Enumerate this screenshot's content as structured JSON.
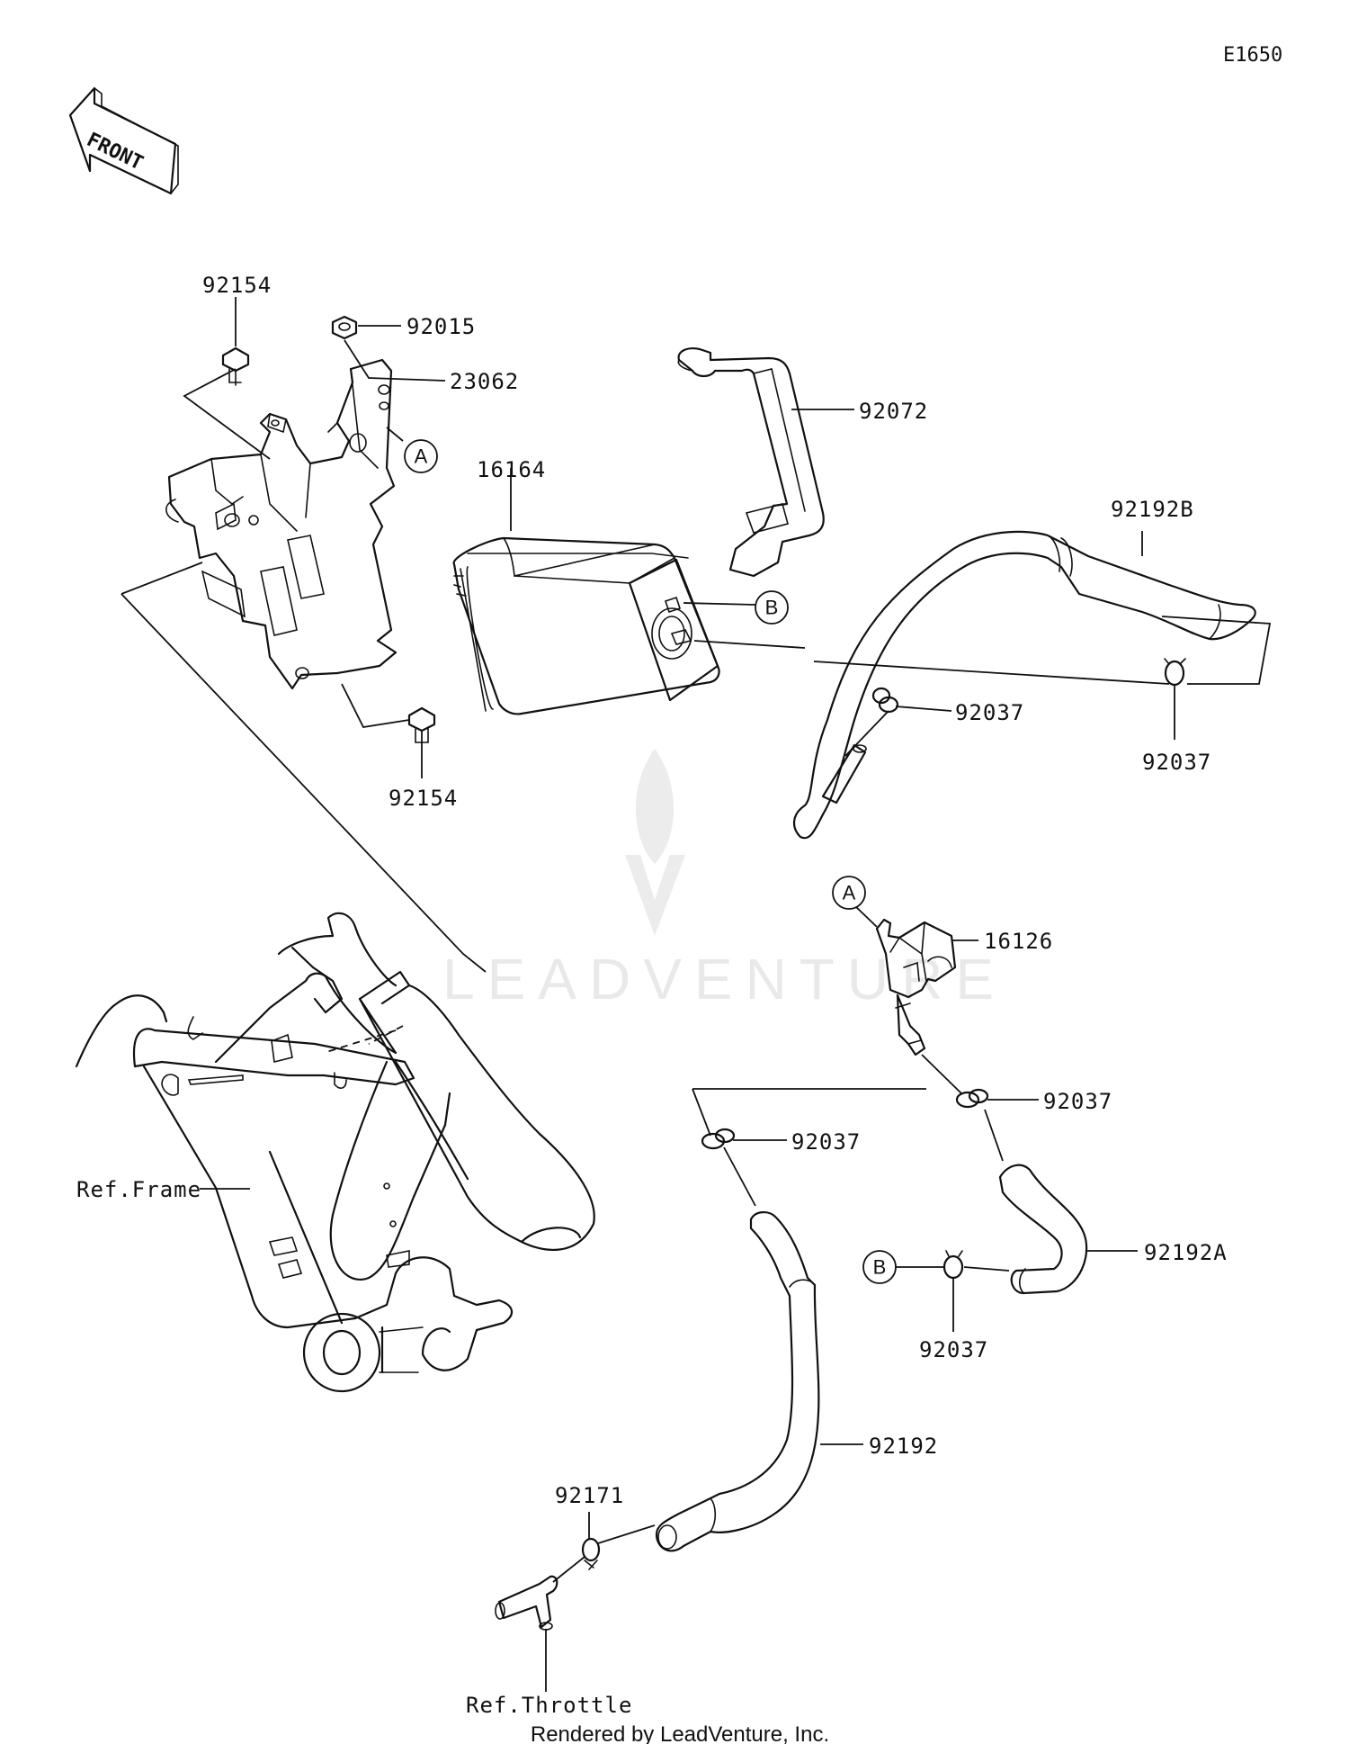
{
  "diagram_code": "E1650",
  "front_arrow_label": "FRONT",
  "watermark": "LEADVENTURE",
  "footer": "Rendered by LeadVenture, Inc.",
  "callouts": {
    "a1": "A",
    "a2": "A",
    "b1": "B",
    "b2": "B"
  },
  "labels": {
    "p92154_top": "92154",
    "p92015": "92015",
    "p23062": "23062",
    "p92072": "92072",
    "p16164": "16164",
    "p92192B": "92192B",
    "p92037_a": "92037",
    "p92037_b": "92037",
    "p92154_bottom": "92154",
    "p16126": "16126",
    "p92037_c": "92037",
    "p92037_d": "92037",
    "p92192A": "92192A",
    "p92037_e": "92037",
    "p92192": "92192",
    "p92171": "92171",
    "ref_frame": "Ref.Frame",
    "ref_throttle": "Ref.Throttle"
  },
  "colors": {
    "line": "#111111",
    "watermark": "#e9e9e9",
    "background": "#ffffff"
  }
}
